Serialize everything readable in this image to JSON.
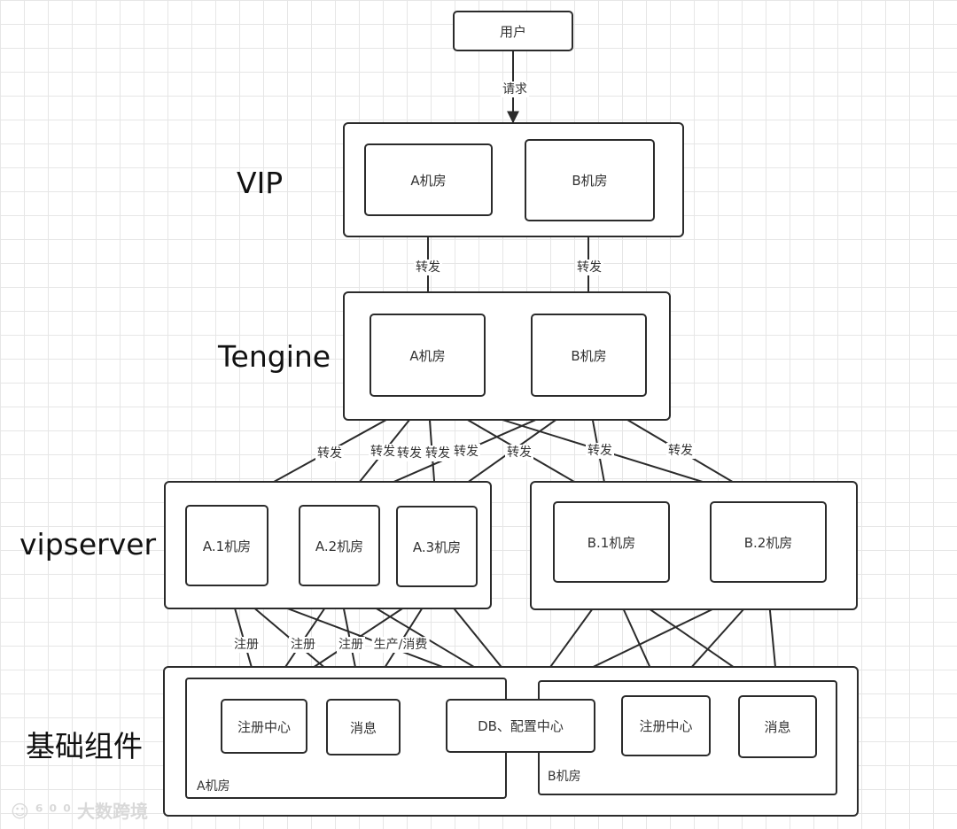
{
  "user": {
    "label": "用户"
  },
  "request_label": "请求",
  "layers": {
    "vip": {
      "name": "VIP",
      "room_a": "A机房",
      "room_b": "B机房"
    },
    "tengine": {
      "name": "Tengine",
      "room_a": "A机房",
      "room_b": "B机房"
    },
    "vipserver": {
      "name": "vipserver",
      "a1": "A.1机房",
      "a2": "A.2机房",
      "a3": "A.3机房",
      "b1": "B.1机房",
      "b2": "B.2机房"
    },
    "base": {
      "name": "基础组件",
      "a_registry": "注册中心",
      "a_message": "消息",
      "db_config": "DB、配置中心",
      "b_registry": "注册中心",
      "b_message": "消息",
      "a_group": "A机房",
      "b_group": "B机房"
    }
  },
  "edge_labels": {
    "forward": "转发",
    "forward_partial": "转发",
    "register": "注册",
    "produce_consume": "生产/消费"
  },
  "watermark": "大数跨境",
  "colors": {
    "line": "#2b2b2b",
    "grid": "#e6e6e6"
  }
}
